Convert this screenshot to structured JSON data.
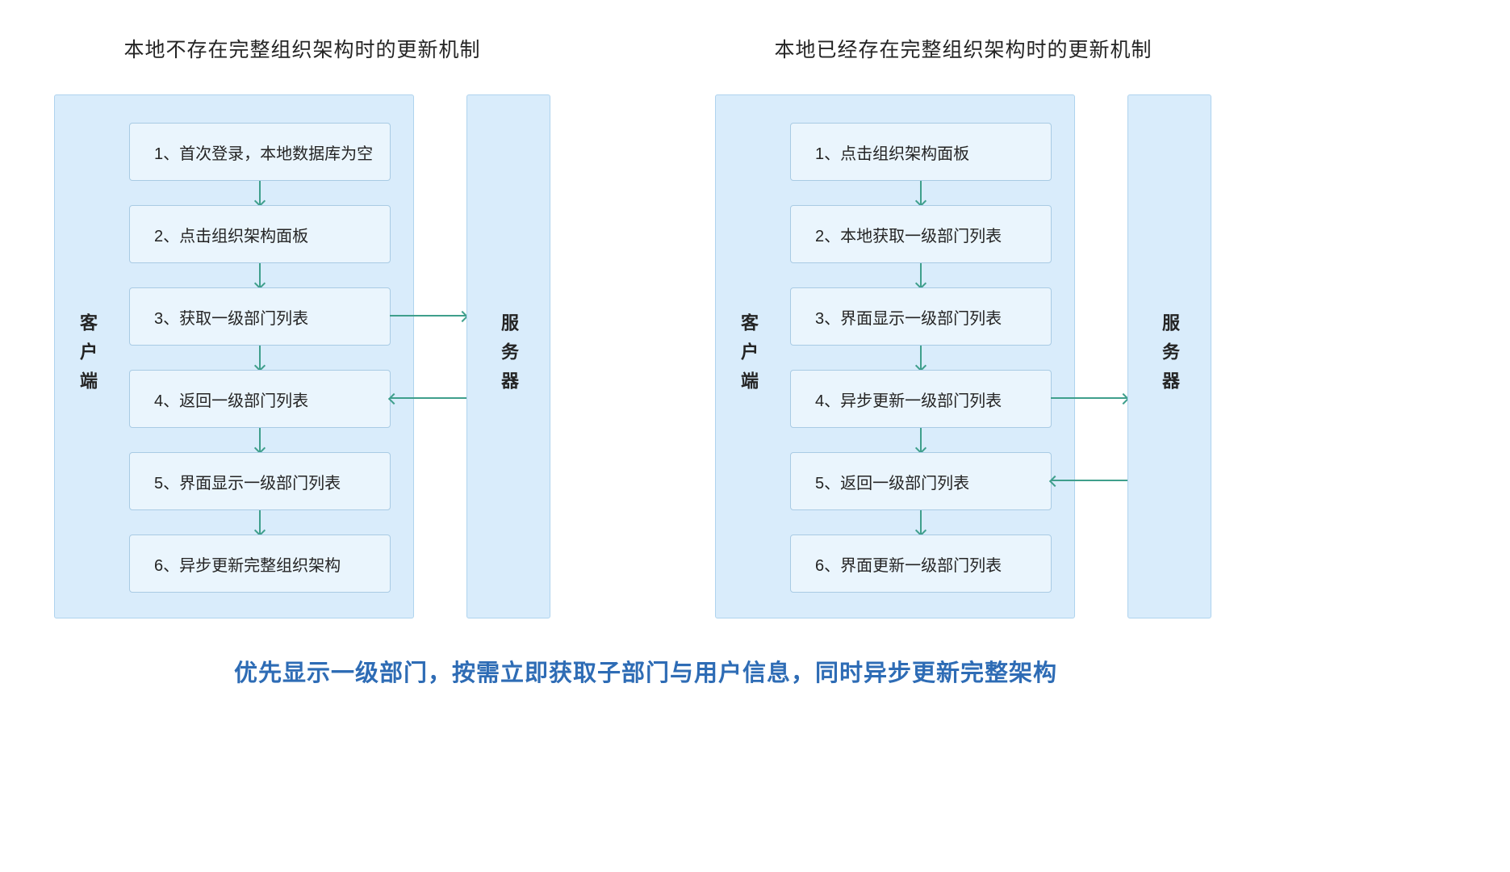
{
  "diagrams": [
    {
      "title": "本地不存在完整组织架构时的更新机制",
      "client_label": "客户端",
      "server_label": "服务器",
      "steps": [
        "1、首次登录，本地数据库为空",
        "2、点击组织架构面板",
        "3、获取一级部门列表",
        "4、返回一级部门列表",
        "5、界面显示一级部门列表",
        "6、异步更新完整组织架构"
      ]
    },
    {
      "title": "本地已经存在完整组织架构时的更新机制",
      "client_label": "客户端",
      "server_label": "服务器",
      "steps": [
        "1、点击组织架构面板",
        "2、本地获取一级部门列表",
        "3、界面显示一级部门列表",
        "4、异步更新一级部门列表",
        "5、返回一级部门列表",
        "6、界面更新一级部门列表"
      ]
    }
  ],
  "caption": "优先显示一级部门，按需立即获取子部门与用户信息，同时异步更新完整架构",
  "colors": {
    "panel_fill": "#d9ecfb",
    "panel_border": "#afd3ee",
    "box_fill": "#eaf5fd",
    "box_border": "#a9cbe4",
    "arrow": "#3f9f8c",
    "caption": "#2e6cb5"
  }
}
